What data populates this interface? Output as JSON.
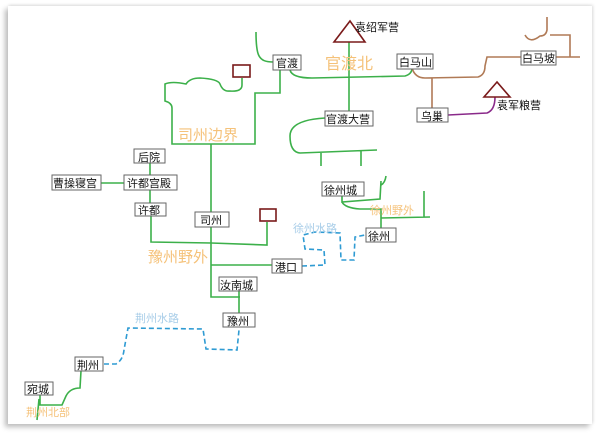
{
  "nodes": {
    "guandu": "官渡",
    "baimashan": "白马山",
    "baimapo": "白马坡",
    "wuchao": "乌巢",
    "guandu_camp": "官渡大营",
    "houyuan": "后院",
    "caocao_bedroom": "曹操寝宫",
    "xudu_palace": "许都宫殿",
    "xudu": "许都",
    "sizhou": "司州",
    "xuzhou_city": "徐州城",
    "xuzhou": "徐州",
    "port": "港口",
    "runan_city": "汝南城",
    "yuzhou": "豫州",
    "jingzhou": "荆州",
    "wancheng": "宛城"
  },
  "camps": {
    "yuanshao_camp": "袁绍军营",
    "yuan_grain_camp": "袁军粮营"
  },
  "regions": {
    "guandu_north": "官渡北",
    "sizhou_border": "司州边界",
    "xuzhou_wild": "徐州野外",
    "yuzhou_wild": "豫州野外",
    "jingzhou_north": "荆州北部"
  },
  "waterways": {
    "xuzhou_water": "徐州水路",
    "jingzhou_water": "荆州水路"
  },
  "colors": {
    "land_route": "#3cb04a",
    "baima_route": "#b07a56",
    "grain_route": "#8a2a8a",
    "water_route": "#2f9bd3",
    "region_label": "#f5c27a",
    "water_label": "#a8cde8",
    "camp_marker": "#7a1a1a"
  }
}
